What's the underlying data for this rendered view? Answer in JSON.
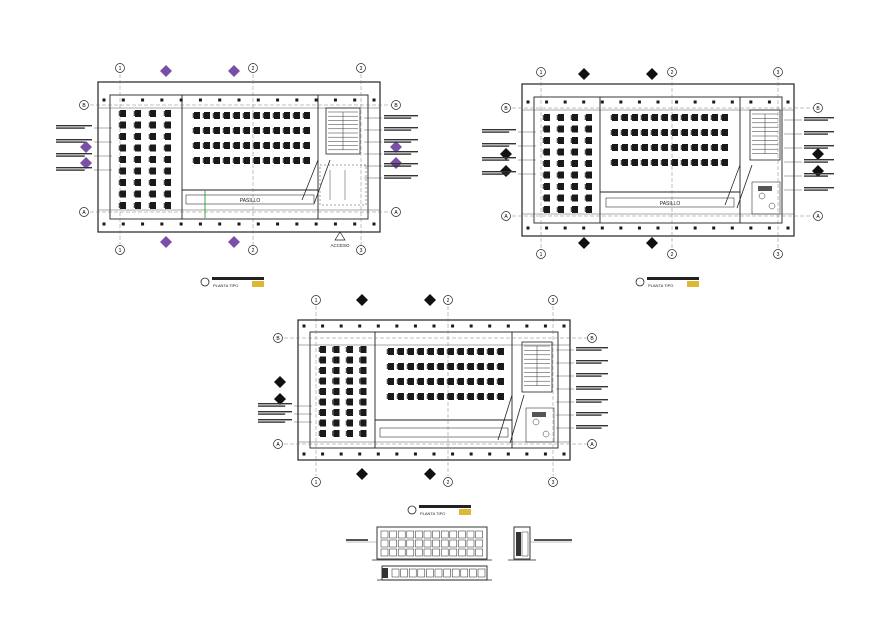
{
  "colors": {
    "ink": "#1a1a1a",
    "line": "#333333",
    "accent": "#7b4fa8",
    "green": "#2a9d3a",
    "yellow": "#d6a500",
    "paper": "#ffffff"
  },
  "plans": [
    {
      "id": "plan-1",
      "grid_top": [
        "1",
        "2",
        "3"
      ],
      "grid_side": [
        "B",
        "A"
      ],
      "center_label": "PASILLO",
      "access_label": "ACCESO",
      "title_label": "PLANTA TIPO"
    },
    {
      "id": "plan-2",
      "grid_top": [
        "1",
        "2",
        "3"
      ],
      "grid_side": [
        "B",
        "A"
      ],
      "center_label": "PASILLO",
      "title_label": "PLANTA TIPO"
    },
    {
      "id": "plan-3",
      "grid_top": [
        "1",
        "2",
        "3"
      ],
      "grid_side": [
        "B",
        "A"
      ],
      "title_label": "PLANTA TIPO"
    }
  ],
  "elevations": {
    "title_label": "CORTE TIPO"
  }
}
